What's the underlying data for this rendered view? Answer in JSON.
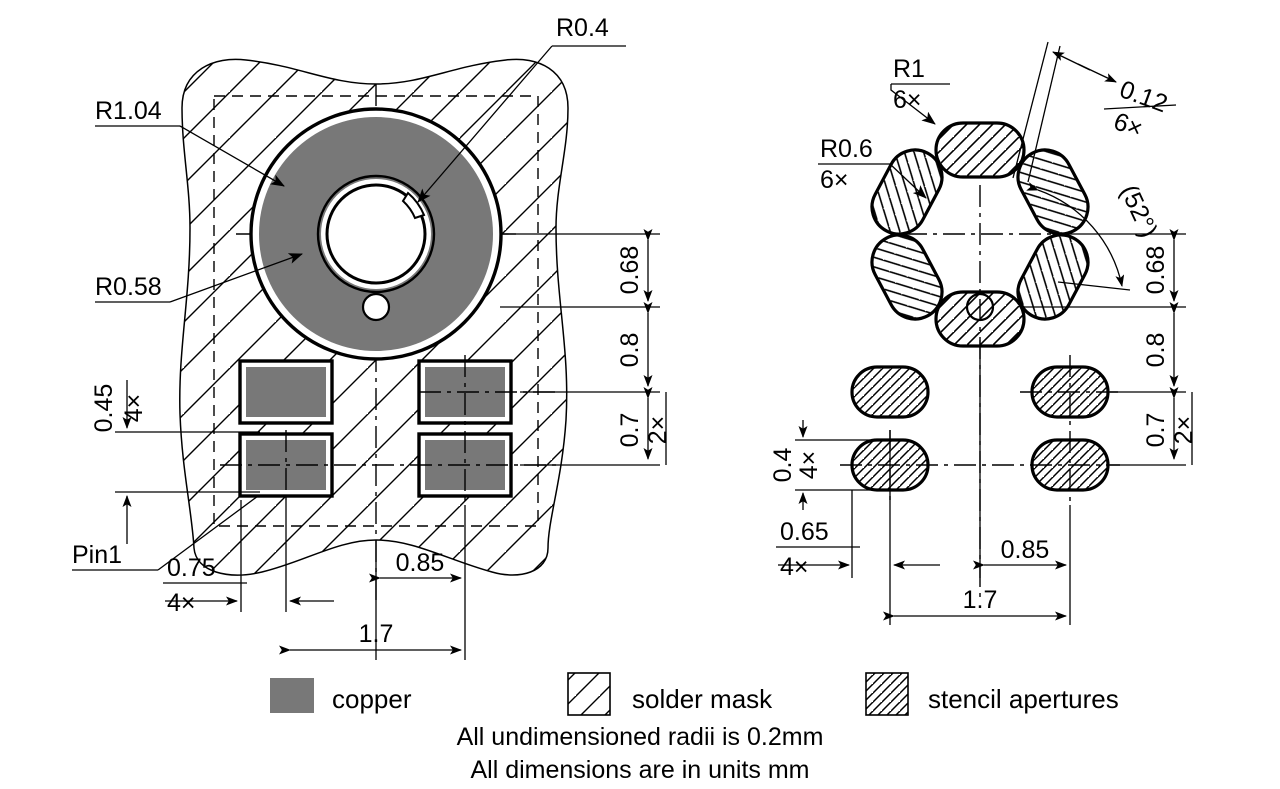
{
  "title": "PCB land pattern and stencil aperture drawing",
  "left_view": {
    "name": "copper-and-solder-mask-view",
    "callouts": [
      {
        "id": "r04",
        "label": "R0.4",
        "qty": ""
      },
      {
        "id": "r104",
        "label": "R1.04",
        "qty": ""
      },
      {
        "id": "r058",
        "label": "R0.58",
        "qty": ""
      },
      {
        "id": "pin1",
        "label": "Pin1",
        "qty": ""
      }
    ],
    "dimensions_vertical": [
      {
        "id": "v068",
        "value": "0.68",
        "qty": ""
      },
      {
        "id": "v08",
        "value": "0.8",
        "qty": ""
      },
      {
        "id": "v07",
        "value": "0.7",
        "qty": "2×"
      }
    ],
    "dimensions_left": [
      {
        "id": "h045",
        "value": "0.45",
        "qty": "4×"
      }
    ],
    "dimensions_bottom": [
      {
        "id": "h075",
        "value": "0.75",
        "qty": "4×"
      },
      {
        "id": "h085",
        "value": "0.85",
        "qty": ""
      },
      {
        "id": "h17",
        "value": "1.7",
        "qty": ""
      }
    ]
  },
  "right_view": {
    "name": "stencil-aperture-view",
    "callouts": [
      {
        "id": "r1",
        "label": "R1",
        "qty": "6×"
      },
      {
        "id": "r06",
        "label": "R0.6",
        "qty": "6×"
      },
      {
        "id": "g012",
        "label": "0.12",
        "qty": "6×"
      },
      {
        "id": "a52",
        "label": "(52°)",
        "qty": ""
      }
    ],
    "dimensions_vertical": [
      {
        "id": "rv068",
        "value": "0.68",
        "qty": ""
      },
      {
        "id": "rv08",
        "value": "0.8",
        "qty": ""
      },
      {
        "id": "rv07",
        "value": "0.7",
        "qty": "2×"
      }
    ],
    "dimensions_left": [
      {
        "id": "rh04",
        "value": "0.4",
        "qty": "4×"
      }
    ],
    "dimensions_bottom": [
      {
        "id": "rh065",
        "value": "0.65",
        "qty": "4×"
      },
      {
        "id": "rh085",
        "value": "0.85",
        "qty": ""
      },
      {
        "id": "rh17",
        "value": "1.7",
        "qty": ""
      }
    ]
  },
  "legend": {
    "items": [
      {
        "id": "copper",
        "label": "copper",
        "swatch": "solid-gray"
      },
      {
        "id": "mask",
        "label": "solder mask",
        "swatch": "sparse-hatch"
      },
      {
        "id": "stencil",
        "label": "stencil apertures",
        "swatch": "dense-hatch"
      }
    ]
  },
  "notes": [
    "All undimensioned radii is 0.2mm",
    "All dimensions are in units mm"
  ],
  "colors": {
    "copper": "#787878",
    "line": "#000000",
    "background": "#ffffff"
  }
}
